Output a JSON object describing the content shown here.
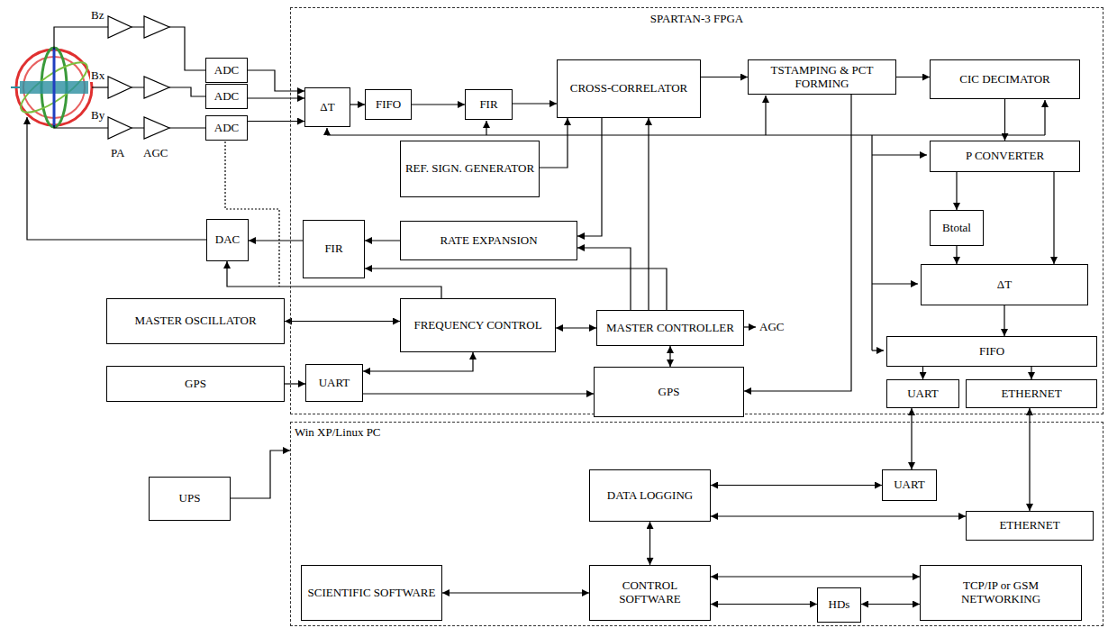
{
  "diagram": {
    "nodes": [
      {
        "text": [
          "SPARTAN-3 FPGA"
        ]
      },
      {
        "text": [
          "ADC"
        ]
      },
      {
        "text": [
          "ADC"
        ]
      },
      {
        "text": [
          "ADC"
        ]
      },
      {
        "text": [
          "ΔT"
        ],
        "in": 0
      },
      {
        "text": [
          "FIFO"
        ],
        "in": 0
      },
      {
        "text": [
          "FIR"
        ],
        "in": 0
      },
      {
        "text": [
          "CROSS-CORRELATOR"
        ],
        "in": 0
      },
      {
        "text": [
          "TSTAMPING & PCT FORMING"
        ],
        "in": 0
      },
      {
        "text": [
          "CIC DECIMATOR"
        ],
        "in": 0
      },
      {
        "text": [
          "REF. SIGN. GENERATOR"
        ],
        "in": 0
      },
      {
        "text": [
          "P CONVERTER"
        ],
        "in": 0
      },
      {
        "text": [
          "DAC"
        ]
      },
      {
        "text": [
          "FIR"
        ],
        "in": 0
      },
      {
        "text": [
          "RATE EXPANSION"
        ],
        "in": 0
      },
      {
        "text": [
          "Btotal"
        ],
        "in": 0
      },
      {
        "text": [
          "ΔT"
        ],
        "in": 0
      },
      {
        "text": [
          "MASTER OSCILLATOR"
        ]
      },
      {
        "text": [
          "FREQUENCY CONTROL"
        ],
        "in": 0
      },
      {
        "text": [
          "MASTER CONTROLLER"
        ],
        "in": 0
      },
      {
        "text": [
          "FIFO"
        ],
        "in": 0
      },
      {
        "text": [
          "GPS"
        ]
      },
      {
        "text": [
          "UART"
        ],
        "in": 0
      },
      {
        "text": [
          "GPS"
        ],
        "in": 0
      },
      {
        "text": [
          "UART"
        ],
        "in": 0
      },
      {
        "text": [
          "ETHERNET"
        ],
        "in": 0
      },
      {
        "text": [
          "Win XP/Linux PC"
        ]
      },
      {
        "text": [
          "UPS"
        ]
      },
      {
        "text": [
          "DATA LOGGING"
        ],
        "in": 26
      },
      {
        "text": [
          "UART"
        ],
        "in": 26
      },
      {
        "text": [
          "ETHERNET"
        ],
        "in": 26
      },
      {
        "text": [
          "SCIENTIFIC SOFTWARE"
        ],
        "in": 26
      },
      {
        "text": [
          "CONTROL SOFTWARE"
        ],
        "in": 26
      },
      {
        "text": [
          "HDs"
        ],
        "in": 26
      },
      {
        "text": [
          "TCP/IP or GSM NETWORKING"
        ],
        "in": 26
      }
    ],
    "edges": [
      {
        "from": 1,
        "to": 4,
        "arrow": "to"
      },
      {
        "from": 2,
        "to": 4,
        "arrow": "to"
      },
      {
        "from": 3,
        "to": 4,
        "arrow": "to"
      },
      {
        "from": 4,
        "to": 5,
        "arrow": "to"
      },
      {
        "from": 5,
        "to": 6,
        "arrow": "to"
      },
      {
        "from": 6,
        "to": 7,
        "arrow": "to"
      },
      {
        "from": 10,
        "to": 7,
        "arrow": "to"
      },
      {
        "from": 7,
        "to": 8,
        "arrow": "to"
      },
      {
        "from": 8,
        "to": 9,
        "arrow": "to"
      },
      {
        "from": 9,
        "to": 11,
        "arrow": "to"
      },
      {
        "from": 11,
        "to": 15,
        "arrow": "to"
      },
      {
        "from": 11,
        "to": 16,
        "arrow": "to"
      },
      {
        "from": 15,
        "to": 16,
        "arrow": "to"
      },
      {
        "from": 16,
        "to": 20,
        "arrow": "to"
      },
      {
        "from": 20,
        "to": 24,
        "arrow": "to"
      },
      {
        "from": 20,
        "to": 25,
        "arrow": "to"
      },
      {
        "from": 7,
        "to": 14,
        "arrow": "to"
      },
      {
        "from": 14,
        "to": 13,
        "arrow": "to"
      },
      {
        "from": 13,
        "to": 12,
        "arrow": "to"
      },
      {
        "from": 19,
        "to": 7,
        "arrow": "to"
      },
      {
        "from": 19,
        "to": 14,
        "arrow": "to"
      },
      {
        "from": 19,
        "to": 13,
        "arrow": "to"
      },
      {
        "from": 17,
        "to": 18,
        "arrow": "both"
      },
      {
        "from": 18,
        "to": 19,
        "arrow": "both"
      },
      {
        "from": 19,
        "to": 23,
        "arrow": "both"
      },
      {
        "from": 18,
        "to": 12,
        "arrow": "to"
      },
      {
        "from": 21,
        "to": 22,
        "arrow": "to"
      },
      {
        "from": 22,
        "to": 18,
        "arrow": "both"
      },
      {
        "from": 22,
        "to": 23,
        "arrow": "to"
      },
      {
        "from": 8,
        "to": 23,
        "arrow": "to"
      },
      {
        "from": 24,
        "to": 29,
        "arrow": "both"
      },
      {
        "from": 25,
        "to": 30,
        "arrow": "both"
      },
      {
        "from": 28,
        "to": 29,
        "arrow": "both"
      },
      {
        "from": 28,
        "to": 30,
        "arrow": "both"
      },
      {
        "from": 28,
        "to": 32,
        "arrow": "both"
      },
      {
        "from": 31,
        "to": 32,
        "arrow": "both"
      },
      {
        "from": 32,
        "to": 33,
        "arrow": "both"
      },
      {
        "from": 32,
        "to": 34,
        "arrow": "both"
      },
      {
        "from": 33,
        "to": 34,
        "arrow": "both"
      },
      {
        "from": 27,
        "to": 26,
        "arrow": "to"
      }
    ],
    "labels": [
      "Bz",
      "Bx",
      "By",
      "PA",
      "AGC",
      "AGC"
    ]
  }
}
